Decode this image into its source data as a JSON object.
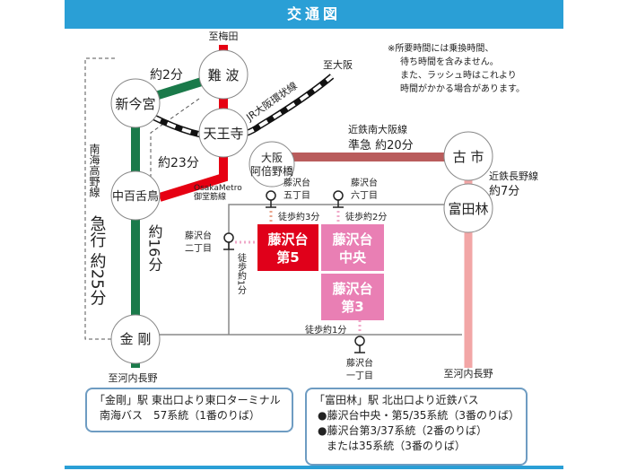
{
  "title": "交通図",
  "note": [
    "※所要時間には乗換時間、",
    "待ち時間を含みません。",
    "また、ラッシュ時はこれより",
    "時間がかかる場合があります。"
  ],
  "stations": {
    "namba": "難 波",
    "shin_imamiya": "新今宮",
    "tennoji": "天王寺",
    "abeno_1": "大阪",
    "abeno_2": "阿倍野橋",
    "nakamozu": "中百舌鳥",
    "kongo": "金 剛",
    "furuichi": "古 市",
    "tondabayashi": "富田林"
  },
  "destinations": {
    "umeda": "至梅田",
    "osaka": "至大阪",
    "kawachinagano_left": "至河内長野",
    "kawachinagano_right": "至河内長野"
  },
  "lines": {
    "jr_loop": "JR大阪環状線",
    "metro_1": "OsakaMetro",
    "metro_2": "御堂筋線",
    "nankai_koya": "南海高野線",
    "nankai_express": "急行 約25分",
    "kintetsu_minami_osaka": "近鉄南大阪線",
    "kintetsu_semi_express": "準急 約20分",
    "kintetsu_nagano": "近鉄長野線",
    "kintetsu_nagano_time": "約7分"
  },
  "times": {
    "shin_imamiya_namba": "約2分",
    "nakamozu_tennoji": "約23分",
    "kongo_nakamozu": "約16分"
  },
  "bus_stops": {
    "gochome": [
      "藤沢台",
      "五丁目"
    ],
    "rokuchome": [
      "藤沢台",
      "六丁目"
    ],
    "nichome": [
      "藤沢台",
      "二丁目"
    ],
    "itchome": [
      "藤沢台",
      "一丁目"
    ]
  },
  "walks": {
    "gochome": "徒歩約3分",
    "rokuchome": "徒歩約2分",
    "nichome": "徒歩約1分",
    "itchome": "徒歩約1分"
  },
  "properties": {
    "dai5": [
      "藤沢台",
      "第5"
    ],
    "chuo": [
      "藤沢台",
      "中央"
    ],
    "dai3": [
      "藤沢台",
      "第3"
    ]
  },
  "bus_info_left": [
    "「金剛」駅 東出口より東口ターミナル",
    "南海バス　57系統（1番のりば）"
  ],
  "bus_info_right": [
    "「富田林」駅 北出口より近鉄バス",
    "●藤沢台中央・第5/35系統（3番のりば）",
    "●藤沢台第3/37系統（2番のりば）",
    "または35系統（3番のりば）"
  ],
  "colors": {
    "header": "#2a9fd6",
    "metro": "#e60012",
    "nankai": "#1a7a4a",
    "kintetsu_main": "#b95c5c",
    "kintetsu_nagano": "#f2a6a6",
    "dai5": "#e0001a",
    "pink": "#e97fb4"
  }
}
